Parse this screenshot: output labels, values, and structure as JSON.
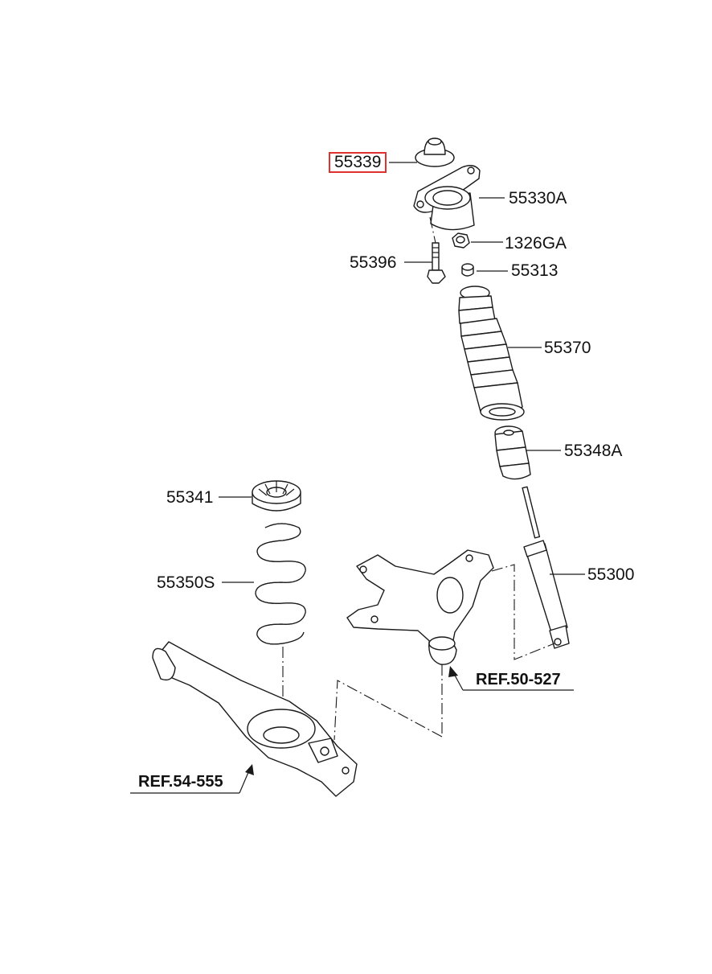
{
  "parts": [
    {
      "id": "p55339",
      "label": "55339",
      "highlighted": true
    },
    {
      "id": "p55330A",
      "label": "55330A"
    },
    {
      "id": "p1326GA",
      "label": "1326GA"
    },
    {
      "id": "p55396",
      "label": "55396"
    },
    {
      "id": "p55313",
      "label": "55313"
    },
    {
      "id": "p55370",
      "label": "55370"
    },
    {
      "id": "p55348A",
      "label": "55348A"
    },
    {
      "id": "p55341",
      "label": "55341"
    },
    {
      "id": "p55350S",
      "label": "55350S"
    },
    {
      "id": "p55300",
      "label": "55300"
    }
  ],
  "refs": [
    {
      "id": "ref50",
      "label": "REF.50-527"
    },
    {
      "id": "ref54",
      "label": "REF.54-555"
    }
  ],
  "colors": {
    "highlight": "#e03131",
    "line": "#1a1a1a",
    "background": "#ffffff"
  }
}
